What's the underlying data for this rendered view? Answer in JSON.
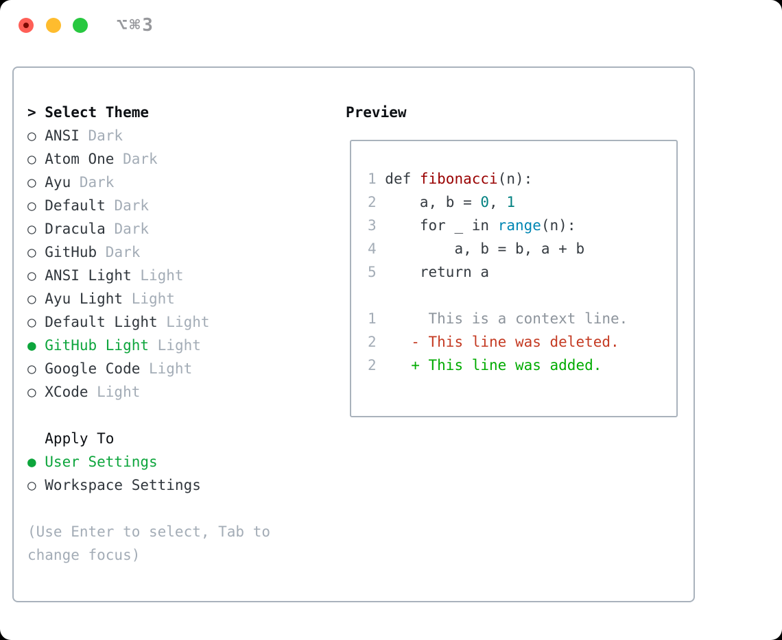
{
  "window": {
    "shortcut": "⌥⌘3",
    "traffic_lights": [
      {
        "name": "close",
        "color": "#ff5f57",
        "dot_color": "#7c0a02"
      },
      {
        "name": "minimize",
        "color": "#febc2e",
        "dot_color": null
      },
      {
        "name": "zoom",
        "color": "#28c840",
        "dot_color": null
      }
    ],
    "shortcut_color": "#97989c"
  },
  "theme_panel": {
    "cursor": ">",
    "title": "Select Theme",
    "items": [
      {
        "name": "ANSI",
        "tag": "Dark",
        "selected": false
      },
      {
        "name": "Atom One",
        "tag": "Dark",
        "selected": false
      },
      {
        "name": "Ayu",
        "tag": "Dark",
        "selected": false
      },
      {
        "name": "Default",
        "tag": "Dark",
        "selected": false
      },
      {
        "name": "Dracula",
        "tag": "Dark",
        "selected": false
      },
      {
        "name": "GitHub",
        "tag": "Dark",
        "selected": false
      },
      {
        "name": "ANSI Light",
        "tag": "Light",
        "selected": false
      },
      {
        "name": "Ayu Light",
        "tag": "Light",
        "selected": false
      },
      {
        "name": "Default Light",
        "tag": "Light",
        "selected": false
      },
      {
        "name": "GitHub Light",
        "tag": "Light",
        "selected": true
      },
      {
        "name": "Google Code",
        "tag": "Light",
        "selected": false
      },
      {
        "name": "XCode",
        "tag": "Light",
        "selected": false
      }
    ],
    "apply_to": {
      "title": "Apply To",
      "options": [
        {
          "name": "User Settings",
          "selected": true
        },
        {
          "name": "Workspace Settings",
          "selected": false
        }
      ]
    },
    "hint": "(Use Enter to select, Tab to change focus)",
    "radio_unselected_glyph": "○",
    "radio_selected_glyph": "●"
  },
  "preview": {
    "title": "Preview",
    "lines": [
      {
        "num": "1",
        "segments": [
          {
            "text": "def ",
            "color": "code"
          },
          {
            "text": "fibonacci",
            "color": "function"
          },
          {
            "text": "(n):",
            "color": "code"
          }
        ]
      },
      {
        "num": "2",
        "segments": [
          {
            "text": "    a, b = ",
            "color": "code"
          },
          {
            "text": "0",
            "color": "number"
          },
          {
            "text": ", ",
            "color": "code"
          },
          {
            "text": "1",
            "color": "number"
          }
        ]
      },
      {
        "num": "3",
        "segments": [
          {
            "text": "    for _ in ",
            "color": "code"
          },
          {
            "text": "range",
            "color": "builtin"
          },
          {
            "text": "(n):",
            "color": "code"
          }
        ]
      },
      {
        "num": "4",
        "segments": [
          {
            "text": "        a, b = b, a + b",
            "color": "code"
          }
        ]
      },
      {
        "num": "5",
        "segments": [
          {
            "text": "    return a",
            "color": "code"
          }
        ]
      },
      {
        "num": "",
        "segments": []
      },
      {
        "num": "1",
        "segments": [
          {
            "text": "     This is a context line.",
            "color": "context"
          }
        ]
      },
      {
        "num": "2",
        "segments": [
          {
            "text": "   - This line was deleted.",
            "color": "deleted"
          }
        ]
      },
      {
        "num": "2",
        "segments": [
          {
            "text": "   + This line was added.",
            "color": "added"
          }
        ]
      }
    ]
  },
  "colors": {
    "code": "#343a40",
    "function": "#990000",
    "number": "#008080",
    "builtin": "#0086b3",
    "context": "#8d949c",
    "deleted": "#c43a22",
    "added": "#00ab00",
    "line_number": "#a3acb6",
    "selection_green": "#0da53c",
    "item_text": "#30363c",
    "tag_text": "#a3acb6",
    "radio_ring": "#3c4248",
    "border": "#a9b2bc"
  }
}
